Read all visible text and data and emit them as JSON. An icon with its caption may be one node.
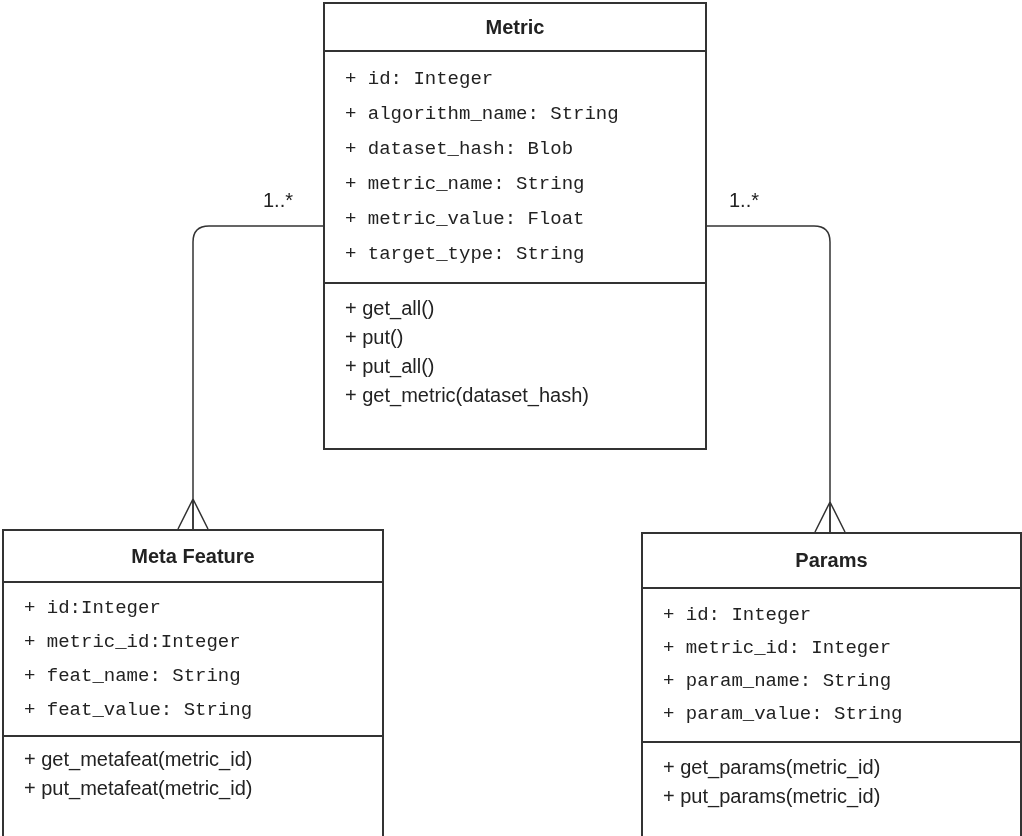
{
  "diagram": {
    "nodes": [
      {
        "text": [
          "Metric",
          "+ id: Integer",
          "+ algorithm_name: String",
          "+ dataset_hash: Blob",
          "+ metric_name: String",
          "+ metric_value: Float",
          "+ target_type: String",
          "+ get_all()",
          "+ put()",
          "+ put_all()",
          "+ get_metric(dataset_hash)"
        ]
      },
      {
        "text": [
          "Meta Feature",
          "+ id:Integer",
          "+ metric_id:Integer",
          "+ feat_name: String",
          "+ feat_value: String",
          "+ get_metafeat(metric_id)",
          "+ put_metafeat(metric_id)"
        ]
      },
      {
        "text": [
          "Params",
          "+ id: Integer",
          "+ metric_id: Integer",
          "+ param_name: String",
          "+ param_value: String",
          "+ get_params(metric_id)",
          "+ put_params(metric_id)"
        ]
      }
    ],
    "edges": [
      {
        "from": 0,
        "to": 1,
        "arrow": "other",
        "label": "1..*"
      },
      {
        "from": 0,
        "to": 2,
        "arrow": "other",
        "label": "1..*"
      }
    ]
  }
}
